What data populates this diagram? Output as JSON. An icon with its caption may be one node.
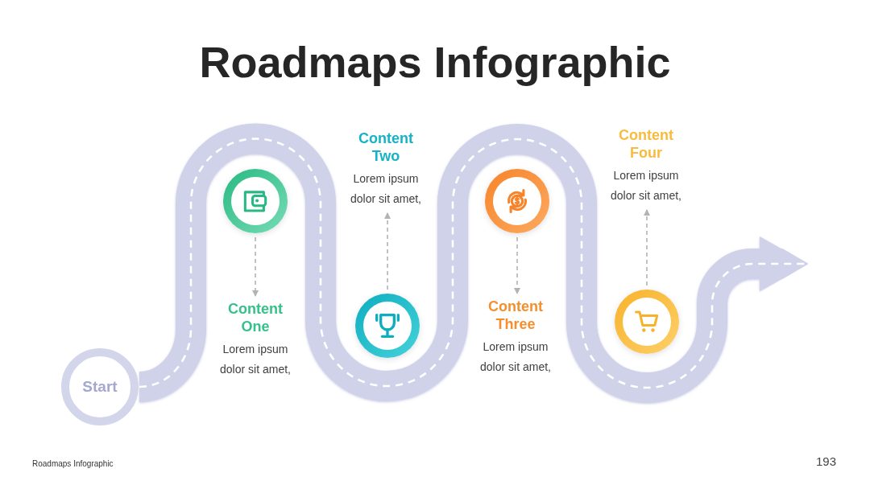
{
  "diagram": {
    "title": "Roadmaps Infographic",
    "nodes": [
      {
        "text": [
          "Start"
        ]
      },
      {
        "text": [],
        "shape": "circle"
      },
      {
        "text": [
          "Content One",
          "Lorem ipsum dolor sit amet,"
        ]
      },
      {
        "text": [],
        "shape": "circle"
      },
      {
        "text": [
          "Content Two",
          "Lorem ipsum dolor sit amet,"
        ]
      },
      {
        "text": [],
        "shape": "circle"
      },
      {
        "text": [
          "Content Three",
          "Lorem ipsum dolor sit amet,"
        ]
      },
      {
        "text": [],
        "shape": "circle"
      },
      {
        "text": [
          "Content Four",
          "Lorem ipsum dolor sit amet,"
        ]
      }
    ],
    "edges": [
      {
        "from": 0,
        "to": null,
        "arrow": "to",
        "style": "thick",
        "color": "#cfd2e9"
      },
      {
        "from": 1,
        "to": 2,
        "arrow": "to",
        "style": "dashed"
      },
      {
        "from": 3,
        "to": 4,
        "arrow": "to",
        "style": "dashed"
      },
      {
        "from": 5,
        "to": 6,
        "arrow": "to",
        "style": "dashed"
      },
      {
        "from": 7,
        "to": 8,
        "arrow": "to",
        "style": "dashed"
      }
    ],
    "labels": [
      "Roadmaps Infographic",
      "193"
    ]
  }
}
